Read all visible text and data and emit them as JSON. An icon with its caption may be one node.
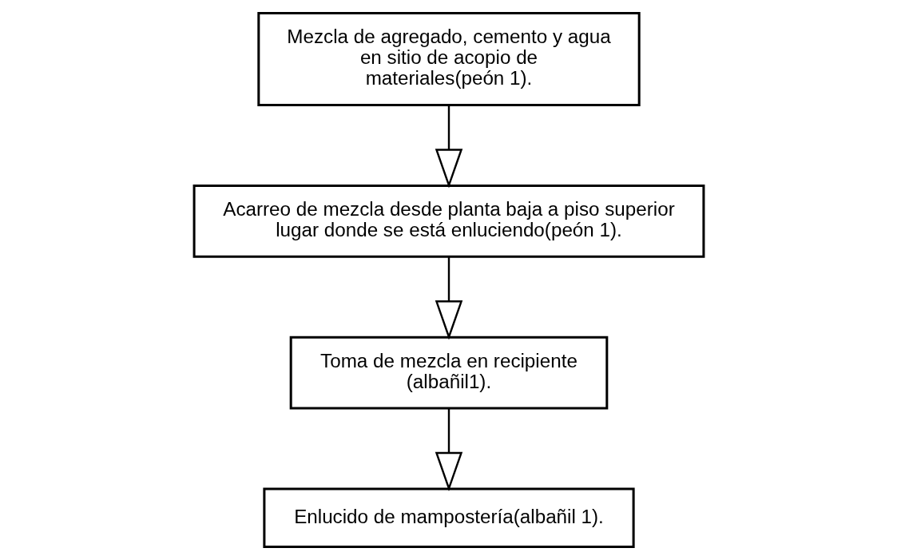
{
  "diagram": {
    "nodes": [
      {
        "text": [
          "Mezcla de agregado, cemento y agua en sitio de acopio de materiales(peón 1)."
        ]
      },
      {
        "text": [
          "Acarreo de mezcla desde planta baja a piso superior lugar donde se está enluciendo(peón 1)."
        ]
      },
      {
        "text": [
          "Toma de mezcla en recipiente (albañil1)."
        ]
      },
      {
        "text": [
          "Enlucido de mampostería(albañil 1)."
        ]
      }
    ],
    "edges": [
      {
        "from": 0,
        "to": 1,
        "arrow": "to"
      },
      {
        "from": 1,
        "to": 2,
        "arrow": "to"
      },
      {
        "from": 2,
        "to": 3,
        "arrow": "to"
      }
    ]
  }
}
